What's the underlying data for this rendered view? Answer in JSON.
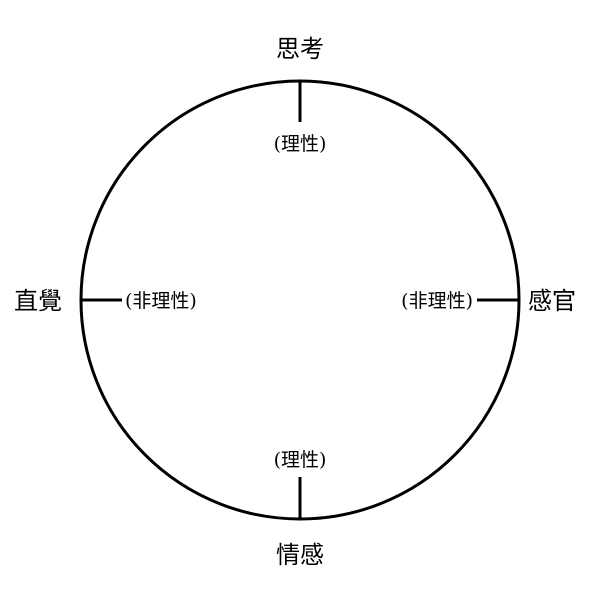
{
  "diagram": {
    "functions": {
      "top": {
        "label": "思考",
        "type": "(理性)"
      },
      "bottom": {
        "label": "情感",
        "type": "(理性)"
      },
      "left": {
        "label": "直覺",
        "type": "(非理性)"
      },
      "right": {
        "label": "感官",
        "type": "(非理性)"
      }
    },
    "colors": {
      "stroke": "#000000",
      "background": "#ffffff"
    }
  }
}
